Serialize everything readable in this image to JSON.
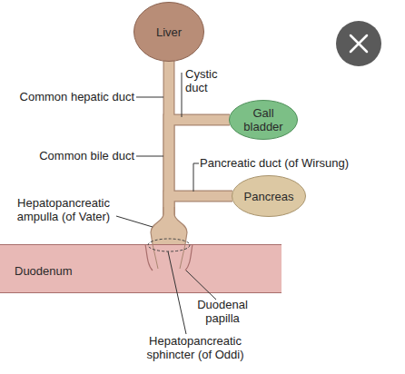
{
  "diagram": {
    "nodes": [
      {
        "text": [
          "Liver"
        ]
      },
      {
        "text": [
          "Gall bladder"
        ]
      },
      {
        "text": [
          "Pancreas"
        ]
      },
      {
        "text": [
          "Duodenum"
        ]
      }
    ],
    "edges": [
      {
        "from": 0,
        "to": 3,
        "arrow": "none"
      },
      {
        "from": 1,
        "to": 3,
        "arrow": "none"
      },
      {
        "from": 2,
        "to": 3,
        "arrow": "none"
      }
    ],
    "labels": [
      "Common hepatic duct",
      "Cystic duct",
      "Common bile duct",
      "Pancreatic duct (of Wirsung)",
      "Hepatopancreatic ampulla (of Vater)",
      "Duodenal papilla",
      "Hepatopancreatic sphincter (of Oddi)"
    ]
  }
}
